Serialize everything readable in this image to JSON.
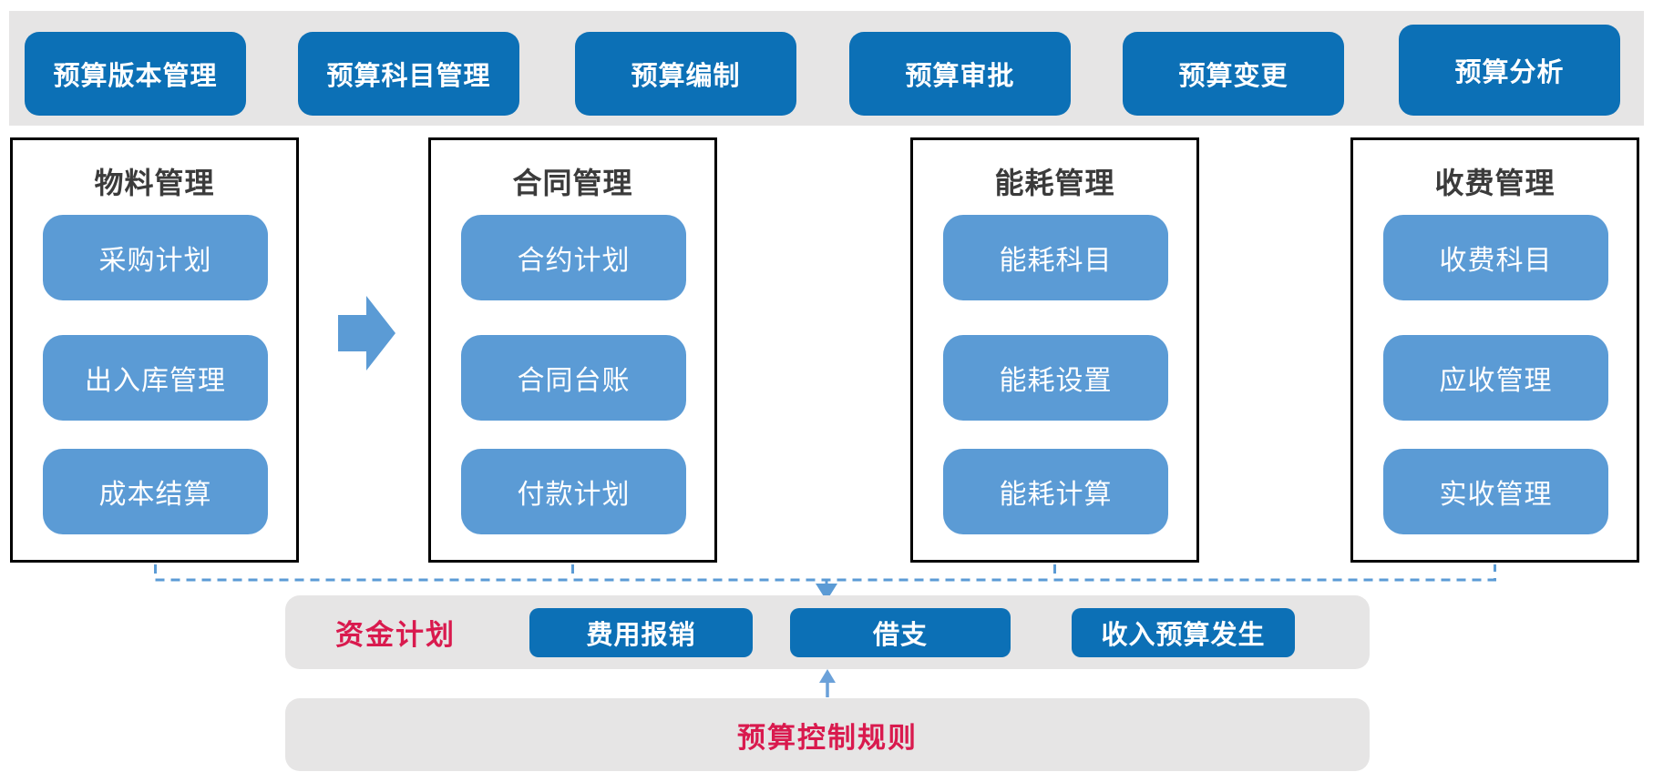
{
  "top_bar": {
    "items": [
      "预算版本管理",
      "预算科目管理",
      "预算编制",
      "预算审批",
      "预算变更",
      "预算分析"
    ]
  },
  "modules": [
    {
      "title": "物料管理",
      "items": [
        "采购计划",
        "出入库管理",
        "成本结算"
      ]
    },
    {
      "title": "合同管理",
      "items": [
        "合约计划",
        "合同台账",
        "付款计划"
      ]
    },
    {
      "title": "能耗管理",
      "items": [
        "能耗科目",
        "能耗设置",
        "能耗计算"
      ]
    },
    {
      "title": "收费管理",
      "items": [
        "收费科目",
        "应收管理",
        "实收管理"
      ]
    }
  ],
  "funding_plan": {
    "label": "资金计划",
    "items": [
      "费用报销",
      "借支",
      "收入预算发生"
    ]
  },
  "budget_control": {
    "label": "预算控制规则"
  },
  "colors": {
    "primary_blue": "#0c70b6",
    "light_blue": "#5b9bd5",
    "band_gray": "#e6e5e5",
    "accent_red": "#d91a4e",
    "box_border": "#000000",
    "box_title_gray": "#3b3b3b",
    "connector_blue": "#5b9bd5"
  }
}
